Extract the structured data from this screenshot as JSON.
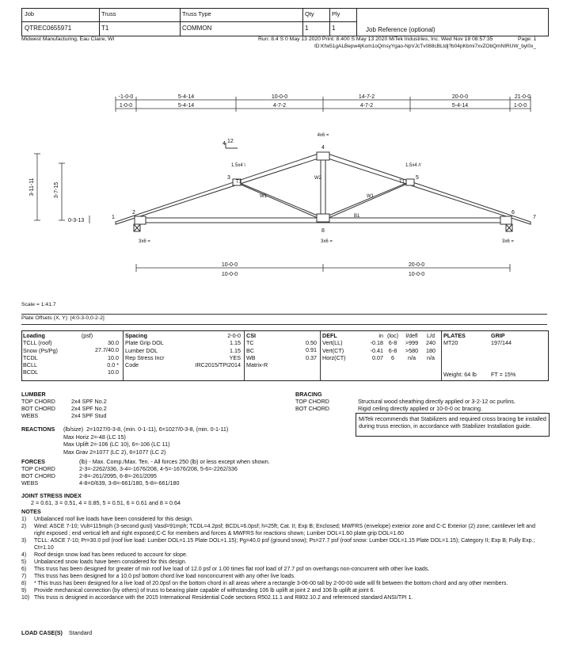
{
  "header": {
    "job_label": "Job",
    "job_value": "QTREC0655971",
    "truss_label": "Truss",
    "truss_value": "T1",
    "type_label": "Truss Type",
    "type_value": "COMMON",
    "qty_label": "Qty",
    "qty_value": "1",
    "ply_label": "Ply",
    "ply_value": "1",
    "ref_value": "Job Reference (optional)"
  },
  "sub": {
    "company": "Midwest Manufacturing, Eau Claire, WI",
    "run": "Run: 8.4 S 0 May 13 2020 Print: 8.400 S May 13 2020 MiTek Industries, Inc. Wed Nov 18 08:57:35",
    "page": "Page: 1",
    "id": "ID:Kfw51gALBepw4jKom1oQmsyYgao-NpVJcTv088cBLtdj?b04pKbmi7xvZObQmNIRUW_byl0x_"
  },
  "dims": {
    "top": [
      "-1-0-0",
      "5-4-14",
      "10-0-0",
      "14-7-2",
      "20-0-0",
      "21-0-0"
    ],
    "top2": [
      "1-0-0",
      "5-4-14",
      "4-7-2",
      "4-7-2",
      "5-4-14",
      "1-0-0"
    ],
    "bot": [
      "10-0-0",
      "20-0-0"
    ],
    "bot2": [
      "10-0-0",
      "10-0-0"
    ],
    "left1": "3-11-11",
    "left2": "3-7-15",
    "left3": "0-3-13"
  },
  "diagram": {
    "pitch_num": "4",
    "pitch_den": "12",
    "joints": [
      "1",
      "2",
      "3",
      "4",
      "5",
      "6",
      "7",
      "8"
    ],
    "plate_top": "4x6 =",
    "plate_3": "1.5x4 \\",
    "plate_5": "1.5x4 //",
    "plate_2": "3x6 =",
    "plate_8": "3x6 =",
    "plate_6": "3x6 =",
    "members": [
      "T1",
      "T1",
      "W1",
      "W2",
      "W1",
      "B1"
    ]
  },
  "scale": "Scale = 1:41.7",
  "plate_offsets": "Plate Offsets (X, Y):  [4:0-3-0,0-2-2]",
  "loading": {
    "title": "Loading",
    "unit": "(psf)",
    "rows": [
      [
        "TCLL (roof)",
        "30.0"
      ],
      [
        "Snow (Ps/Pg)",
        "27.7/40.0"
      ],
      [
        "TCDL",
        "10.0"
      ],
      [
        "BCLL",
        "0.0 *"
      ],
      [
        "BCDL",
        "10.0"
      ]
    ]
  },
  "spacing": {
    "title": "Spacing",
    "value": "2-0-0",
    "rows": [
      [
        "Plate Grip DOL",
        "1.15"
      ],
      [
        "Lumber DOL",
        "1.15"
      ],
      [
        "Rep Stress Incr",
        "YES"
      ],
      [
        "Code",
        "IRC2015/TPI2014"
      ]
    ]
  },
  "csi": {
    "title": "CSI",
    "rows": [
      [
        "TC",
        "0.50"
      ],
      [
        "BC",
        "0.91"
      ],
      [
        "WB",
        "0.37"
      ],
      [
        "Matrix-R",
        ""
      ]
    ]
  },
  "defl": {
    "title": "DEFL",
    "cols": [
      "in",
      "(loc)",
      "l/defl",
      "L/d"
    ],
    "rows": [
      [
        "Vert(LL)",
        "-0.18",
        "6-8",
        ">999",
        "240"
      ],
      [
        "Vert(CT)",
        "-0.41",
        "6-8",
        ">580",
        "180"
      ],
      [
        "Horz(CT)",
        "0.07",
        "6",
        "n/a",
        "n/a"
      ]
    ]
  },
  "plates": {
    "title": "PLATES",
    "grip": "GRIP",
    "plate": "MT20",
    "grip_val": "197/144",
    "weight": "Weight: 64 lb",
    "ft": "FT = 15%"
  },
  "lumber": {
    "title": "LUMBER",
    "rows": [
      [
        "TOP CHORD",
        "2x4 SPF No.2"
      ],
      [
        "BOT CHORD",
        "2x4 SPF No.2"
      ],
      [
        "WEBS",
        "2x4 SPF Stud"
      ]
    ]
  },
  "bracing": {
    "title": "BRACING",
    "rows": [
      [
        "TOP CHORD",
        "Structural wood sheathing directly applied or 3-2-12 oc purlins."
      ],
      [
        "BOT CHORD",
        "Rigid ceiling directly applied or 10-0-0 oc bracing."
      ]
    ],
    "mitek": "MiTek recommends that Stabilizers and required cross bracing be installed during truss erection, in accordance with Stabilizer Installation guide."
  },
  "reactions": {
    "title": "REACTIONS",
    "unit": "(lb/size)",
    "rows": [
      "2=1027/0-3-8, (min. 0-1-11), 6=1027/0-3-8, (min. 0-1-11)",
      "Max Horiz  2=-48 (LC 15)",
      "Max Uplift  2=-106 (LC 10), 6=-106 (LC 11)",
      "Max Grav  2=1077 (LC 2), 6=1077 (LC 2)"
    ]
  },
  "forces": {
    "title": "FORCES",
    "desc": "(lb) - Max. Comp./Max. Ten. - All forces 250 (lb) or less except when shown.",
    "rows": [
      [
        "TOP CHORD",
        "2-3=-2262/336, 3-4=-1676/208, 4-5=-1676/208, 5-6=-2262/336"
      ],
      [
        "BOT CHORD",
        "2-8=-261/2095, 6-8=-261/2095"
      ],
      [
        "WEBS",
        "4-8=0/639, 3-8=-661/180, 5-8=-661/180"
      ]
    ]
  },
  "jsi": {
    "title": "JOINT STRESS INDEX",
    "value": "2 = 0.61, 3 = 0.51, 4 = 0.85, 5 = 0.51, 6 = 0.61 and 8 = 0.64"
  },
  "notes": {
    "title": "NOTES",
    "items": [
      [
        "1)",
        "Unbalanced roof live loads have been considered for this design."
      ],
      [
        "2)",
        "Wind: ASCE 7-10; Vult=115mph (3-second gust) Vasd=91mph; TCDL=4.2psf; BCDL=6.0psf; h=25ft; Cat. II; Exp B; Enclosed; MWFRS (envelope) exterior zone and C-C Exterior (2) zone; cantilever left and right exposed ; end vertical left and right exposed;C-C for members and forces & MWFRS for reactions shown; Lumber DOL=1.60 plate grip DOL=1.60"
      ],
      [
        "3)",
        "TCLL: ASCE 7-10; Pr=30.0 psf (roof live load: Lumber DOL=1.15 Plate DOL=1.15); Pg=40.0 psf (ground snow); Ps=27.7 psf (roof snow: Lumber DOL=1.15 Plate DOL=1.15); Category II; Exp B; Fully Exp.; Ct=1.10"
      ],
      [
        "4)",
        "Roof design snow load has been reduced to account for slope."
      ],
      [
        "5)",
        "Unbalanced snow loads have been considered for this design."
      ],
      [
        "6)",
        "This truss has been designed for greater of min roof live load of 12.0 psf or 1.00 times flat roof load of 27.7 psf on overhangs non-concurrent with other live loads."
      ],
      [
        "7)",
        "This truss has been designed for a 10.0 psf bottom chord live load nonconcurrent with any other live loads."
      ],
      [
        "8)",
        "* This truss has been designed for a live load of 20.0psf on the bottom chord in all areas where a rectangle 3-06-00 tall by 2-00-00 wide will fit between the bottom chord and any other members."
      ],
      [
        "9)",
        "Provide mechanical connection (by others) of truss to bearing plate capable of withstanding 106 lb uplift at joint 2 and 106 lb uplift at joint 6."
      ],
      [
        "10)",
        "This truss is designed in accordance with the 2015 International Residential Code sections R502.11.1 and R802.10.2 and referenced standard ANSI/TPI 1."
      ]
    ]
  },
  "load_cases": {
    "title": "LOAD CASE(S)",
    "value": "Standard"
  }
}
